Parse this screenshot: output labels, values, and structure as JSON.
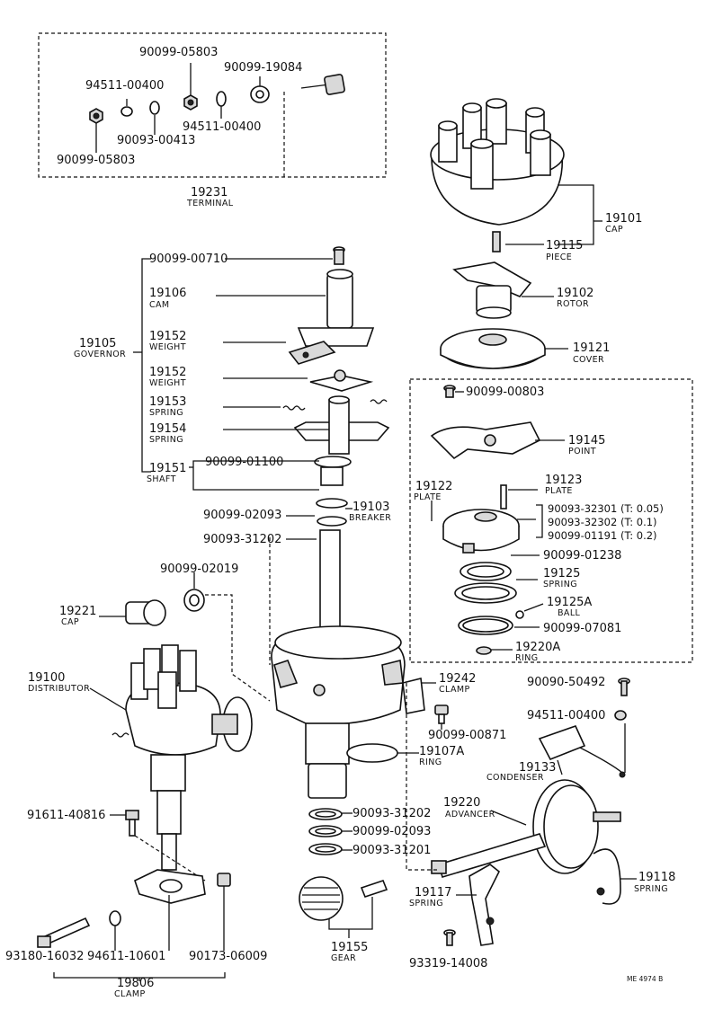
{
  "labels": {
    "p_90099_05803_top": "90099-05803",
    "p_90099_19084": "90099-19084",
    "p_94511_00400_a": "94511-00400",
    "p_94511_00400_b": "94511-00400",
    "p_90093_00413": "90093-00413",
    "p_90099_05803_bot": "90099-05803",
    "p_19231": "19231",
    "p_19231_s": "TERMINAL",
    "p_19101": "19101",
    "p_19101_s": "CAP",
    "p_19115": "19115",
    "p_19115_s": "PIECE",
    "p_19102": "19102",
    "p_19102_s": "ROTOR",
    "p_19121": "19121",
    "p_19121_s": "COVER",
    "p_90099_00710": "90099-00710",
    "p_19106": "19106",
    "p_19106_s": "CAM",
    "p_19105": "19105",
    "p_19105_s": "GOVERNOR",
    "p_19152a": "19152",
    "p_19152a_s": "WEIGHT",
    "p_19152b": "19152",
    "p_19152b_s": "WEIGHT",
    "p_19153": "19153",
    "p_19153_s": "SPRING",
    "p_19154": "19154",
    "p_19154_s": "SPRING",
    "p_19151": "19151",
    "p_19151_s": "SHAFT",
    "p_90099_01100": "90099-01100",
    "p_90099_02093_a": "90099-02093",
    "p_19103": "19103",
    "p_19103_s": "BREAKER",
    "p_90093_31202_a": "90093-31202",
    "p_90099_00803": "90099-00803",
    "p_19145": "19145",
    "p_19145_s": "POINT",
    "p_19122": "19122",
    "p_19122_s": "PLATE",
    "p_19123": "19123",
    "p_19123_s": "PLATE",
    "p_90093_32301": "90093-32301 (T: 0.05)",
    "p_90093_32302": "90093-32302 (T: 0.1)",
    "p_90099_01191": "90099-01191 (T: 0.2)",
    "p_90099_01238": "90099-01238",
    "p_19125": "19125",
    "p_19125_s": "SPRING",
    "p_19125A": "19125A",
    "p_19125A_s": "BALL",
    "p_90099_07081": "90099-07081",
    "p_19220A": "19220A",
    "p_19220A_s": "RING",
    "p_90099_02019": "90099-02019",
    "p_19221": "19221",
    "p_19221_s": "CAP",
    "p_19100": "19100",
    "p_19100_s": "DISTRIBUTOR",
    "p_19242": "19242",
    "p_19242_s": "CLAMP",
    "p_90090_50492": "90090-50492",
    "p_90099_00871": "90099-00871",
    "p_94511_00400_c": "94511-00400",
    "p_19107A": "19107A",
    "p_19107A_s": "RING",
    "p_19133": "19133",
    "p_19133_s": "CONDENSER",
    "p_91611_40816": "91611-40816",
    "p_90093_31202_b": "90093-31202",
    "p_90099_02093_b": "90099-02093",
    "p_90093_31201": "90093-31201",
    "p_19220": "19220",
    "p_19220_s": "ADVANCER",
    "p_19118": "19118",
    "p_19118_s": "SPRING",
    "p_19117": "19117",
    "p_19117_s": "SPRING",
    "p_93180_16032": "93180-16032",
    "p_94611_10601": "94611-10601",
    "p_90173_06009": "90173-06009",
    "p_19155": "19155",
    "p_19155_s": "GEAR",
    "p_93319_14008": "93319-14008",
    "p_19806": "19806",
    "p_19806_s": "CLAMP",
    "p_code": "ME 4974 B"
  }
}
